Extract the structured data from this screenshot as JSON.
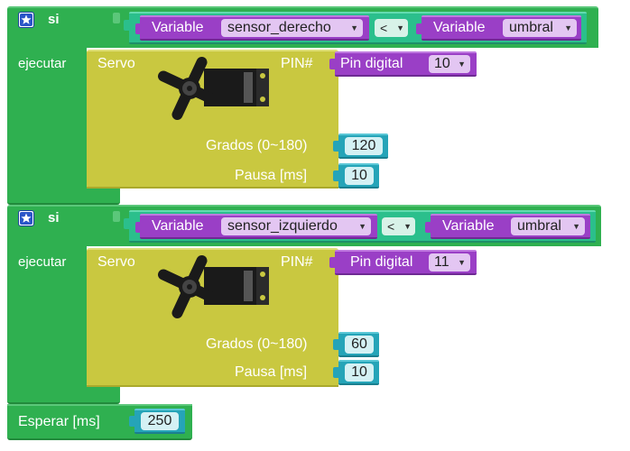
{
  "if_blocks": [
    {
      "label": "si",
      "execute_label": "ejecutar",
      "condition": {
        "left": {
          "label": "Variable",
          "value": "sensor_derecho"
        },
        "operator": "<",
        "right": {
          "label": "Variable",
          "value": "umbral"
        }
      },
      "servo": {
        "label": "Servo",
        "pin_label": "PIN#",
        "pin_block_label": "Pin digital",
        "pin_value": "10",
        "degrees_label": "Grados (0~180)",
        "degrees_value": "120",
        "pause_label": "Pausa [ms]",
        "pause_value": "10"
      }
    },
    {
      "label": "si",
      "execute_label": "ejecutar",
      "condition": {
        "left": {
          "label": "Variable",
          "value": "sensor_izquierdo"
        },
        "operator": "<",
        "right": {
          "label": "Variable",
          "value": "umbral"
        }
      },
      "servo": {
        "label": "Servo",
        "pin_label": "PIN#",
        "pin_block_label": "Pin digital",
        "pin_value": "11",
        "degrees_label": "Grados (0~180)",
        "degrees_value": "60",
        "pause_label": "Pausa [ms]",
        "pause_value": "10"
      }
    }
  ],
  "wait_block": {
    "label": "Esperar [ms]",
    "value": "250"
  },
  "colors": {
    "control": "#2fb050",
    "logic": "#2bbf8c",
    "variable": "#9a3fc6",
    "servo": "#c9c840",
    "number": "#25a4b8"
  },
  "icons": {
    "mutator": "star-icon",
    "servo_image": "servo-motor-icon"
  }
}
